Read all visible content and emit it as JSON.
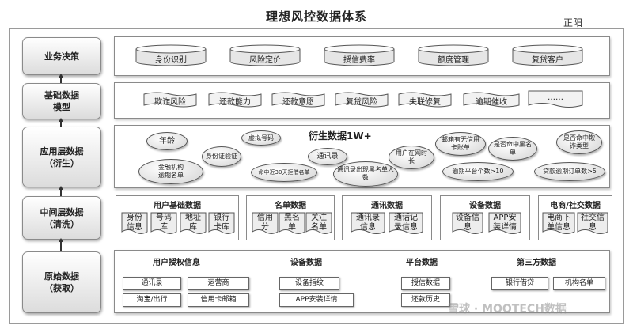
{
  "title": "理想风控数据体系",
  "author": "正阳",
  "layers": [
    {
      "name": "业务决策"
    },
    {
      "name": "基础数据\n模型"
    },
    {
      "name": "应用层数据\n（衍生）"
    },
    {
      "name": "中间层数据\n（清洗）"
    },
    {
      "name": "原始数据\n（获取）"
    }
  ],
  "decisions": [
    "身份识别",
    "风险定价",
    "授信费率",
    "额度管理",
    "复贷客户"
  ],
  "models": [
    "欺诈风险",
    "还款能力",
    "还款意愿",
    "复贷风险",
    "失联修复",
    "逾期催收",
    "……"
  ],
  "derived": {
    "title": "衍生数据1W+",
    "items": [
      "年龄",
      "虚拟号码",
      "身份证验证",
      "金融机构\n逾期名单",
      "通讯录",
      "命中近30天拒借名单",
      "通讯录出现黑名单人\n数",
      "用户在网时\n长",
      "邮箱有无信用\n卡账单",
      "是否命中黑名\n单",
      "逾期平台个数>10",
      "是否命中欺\n诈类型",
      "贷款逾期订单数>5"
    ]
  },
  "middle": [
    {
      "title": "用户基础数据",
      "items": [
        "身份\n信息",
        "号码\n库",
        "地址\n库",
        "银行\n卡库"
      ]
    },
    {
      "title": "名单数据",
      "items": [
        "信用\n分",
        "黑名\n单",
        "关注\n名单"
      ]
    },
    {
      "title": "通讯数据",
      "items": [
        "通讯录\n信息",
        "通话记\n录信息"
      ]
    },
    {
      "title": "设备数据",
      "items": [
        "设备信\n息",
        "APP安\n装详情"
      ]
    },
    {
      "title": "电商/社交数据",
      "items": [
        "电商下\n单信息",
        "社交信\n息"
      ]
    }
  ],
  "raw": {
    "headers": [
      "用户授权信息",
      "设备数据",
      "平台数据",
      "第三方数据"
    ],
    "tags": [
      "通讯录",
      "运营商",
      "淘宝/出行",
      "信用卡邮箱",
      "设备指纹",
      "APP安装详情",
      "授信数据",
      "还款历史",
      "银行借贷",
      "机构名单"
    ]
  },
  "watermark": "雪球 · MOOTECH数据"
}
